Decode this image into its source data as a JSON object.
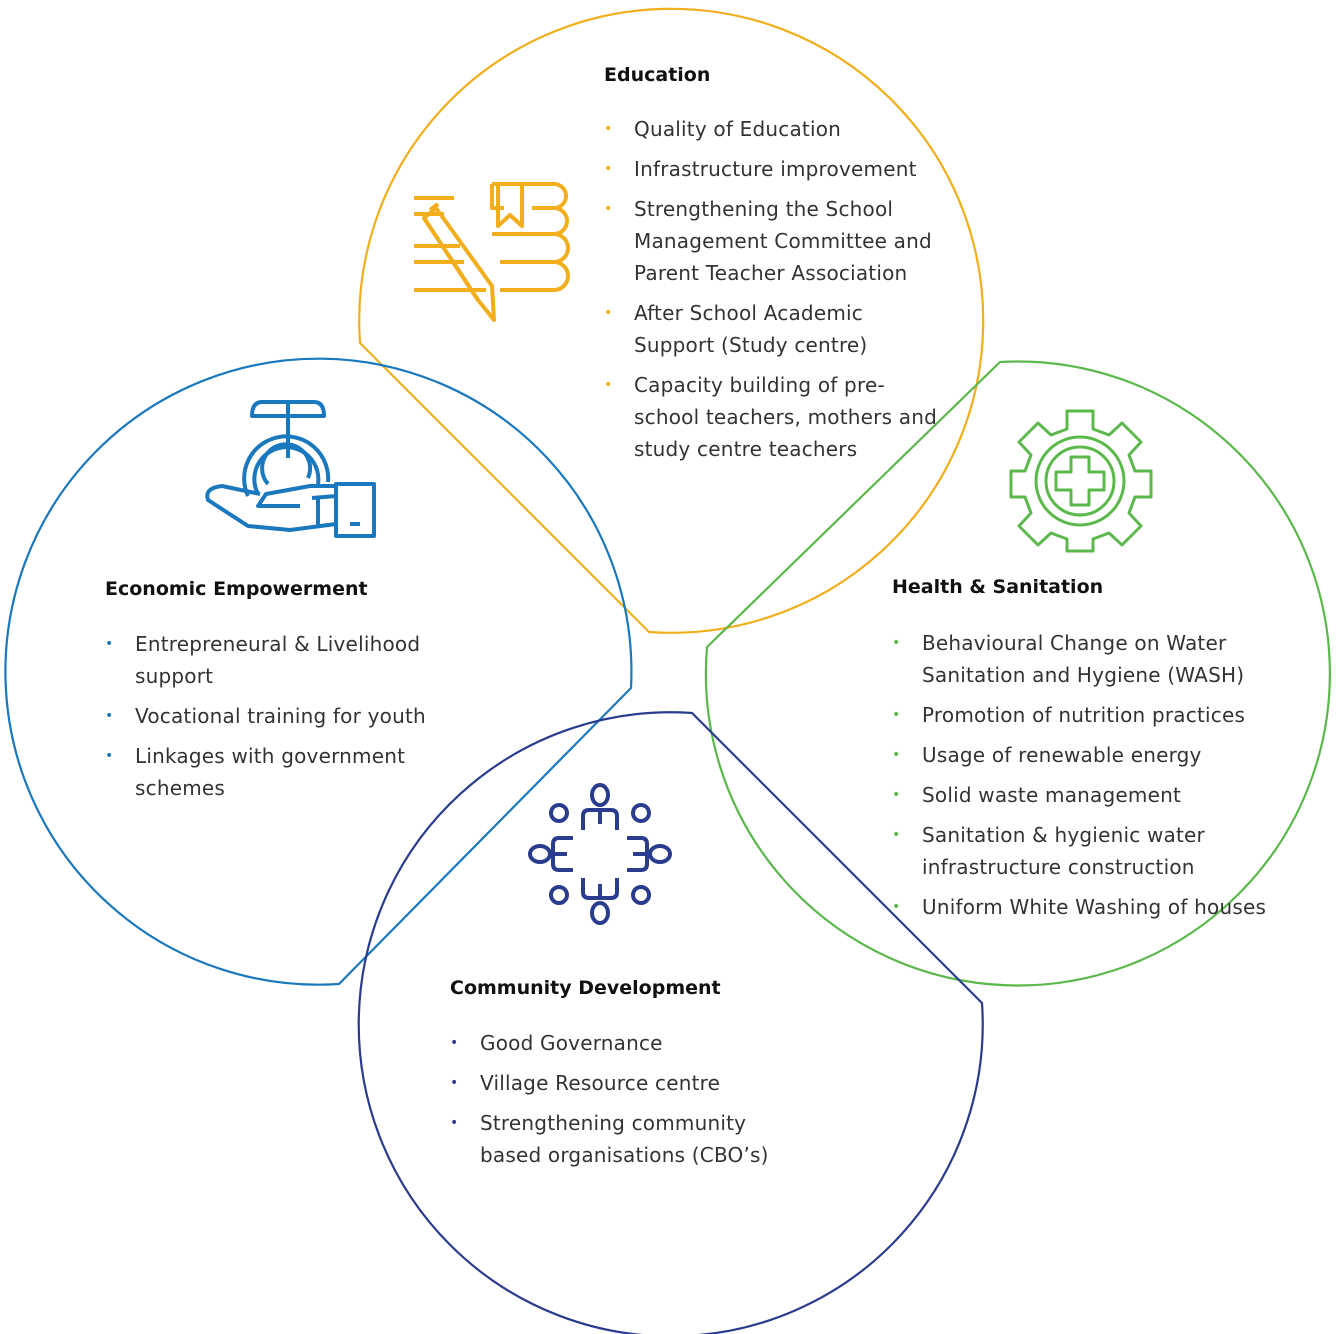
{
  "colors": {
    "education": "#F2AE1C",
    "economic": "#1A78BE",
    "health": "#5BB84B",
    "community": "#2A3C8E"
  },
  "education": {
    "title": "Education",
    "icon": "books-pencil-icon",
    "items": [
      "Quality of Education",
      "Infrastructure improvement",
      "Strengthening the School Management Committee and Parent Teacher Association",
      "After School Academic Support (Study centre)",
      "Capacity building of pre-school teachers, mothers and study centre teachers"
    ]
  },
  "economic": {
    "title": "Economic Empowerment",
    "icon": "hand-coin-sprout-icon",
    "items": [
      "Entrepreneural & Livelihood support",
      "Vocational training for youth",
      "Linkages with government schemes"
    ]
  },
  "health": {
    "title": "Health & Sanitation",
    "icon": "gear-medical-cross-icon",
    "items": [
      "Behavioural Change on Water Sanitation and Hygiene (WASH)",
      "Promotion of nutrition practices",
      "Usage of renewable energy",
      "Solid waste management",
      "Sanitation & hygienic water infrastructure construction",
      "Uniform White Washing of houses"
    ]
  },
  "community": {
    "title": "Community Development",
    "icon": "people-circle-icon",
    "items": [
      "Good Governance",
      "Village Resource centre",
      "Strengthening community based organisations (CBO’s)"
    ]
  }
}
